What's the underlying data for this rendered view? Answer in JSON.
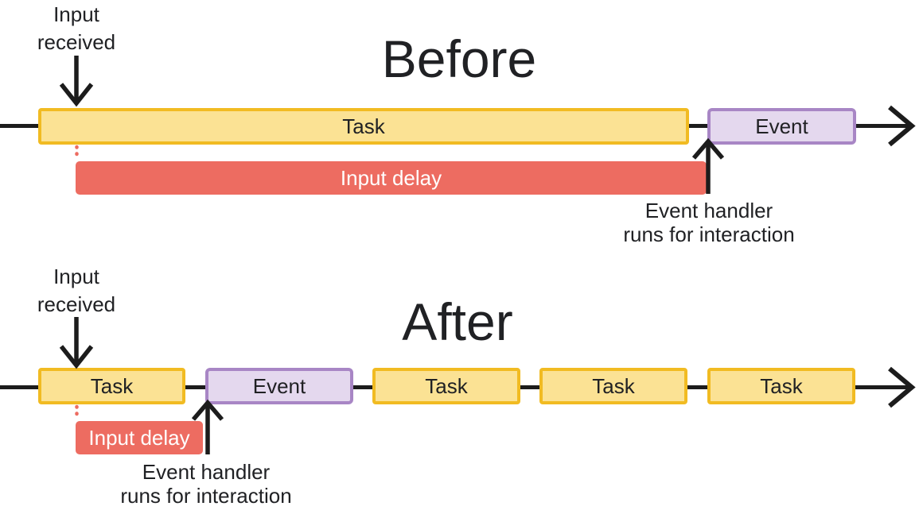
{
  "colors": {
    "background": "#FFFFFF",
    "text": "#202124",
    "line": "#1C1C1C",
    "task_fill": "#FBE294",
    "task_border": "#F1BB22",
    "event_fill": "#E4D8EE",
    "event_border": "#A886C5",
    "delay_fill": "#ED6C61",
    "delay_text": "#FFFFFF"
  },
  "before": {
    "title": "Before",
    "input_received_label": "Input received",
    "task_label": "Task",
    "event_label": "Event",
    "input_delay_label": "Input delay",
    "event_handler_line1": "Event handler",
    "event_handler_line2": "runs for interaction"
  },
  "after": {
    "title": "After",
    "input_received_label": "Input received",
    "boxes": [
      {
        "type": "task",
        "label": "Task"
      },
      {
        "type": "event",
        "label": "Event"
      },
      {
        "type": "task",
        "label": "Task"
      },
      {
        "type": "task",
        "label": "Task"
      },
      {
        "type": "task",
        "label": "Task"
      }
    ],
    "input_delay_label": "Input delay",
    "event_handler_line1": "Event handler",
    "event_handler_line2": "runs for interaction"
  }
}
